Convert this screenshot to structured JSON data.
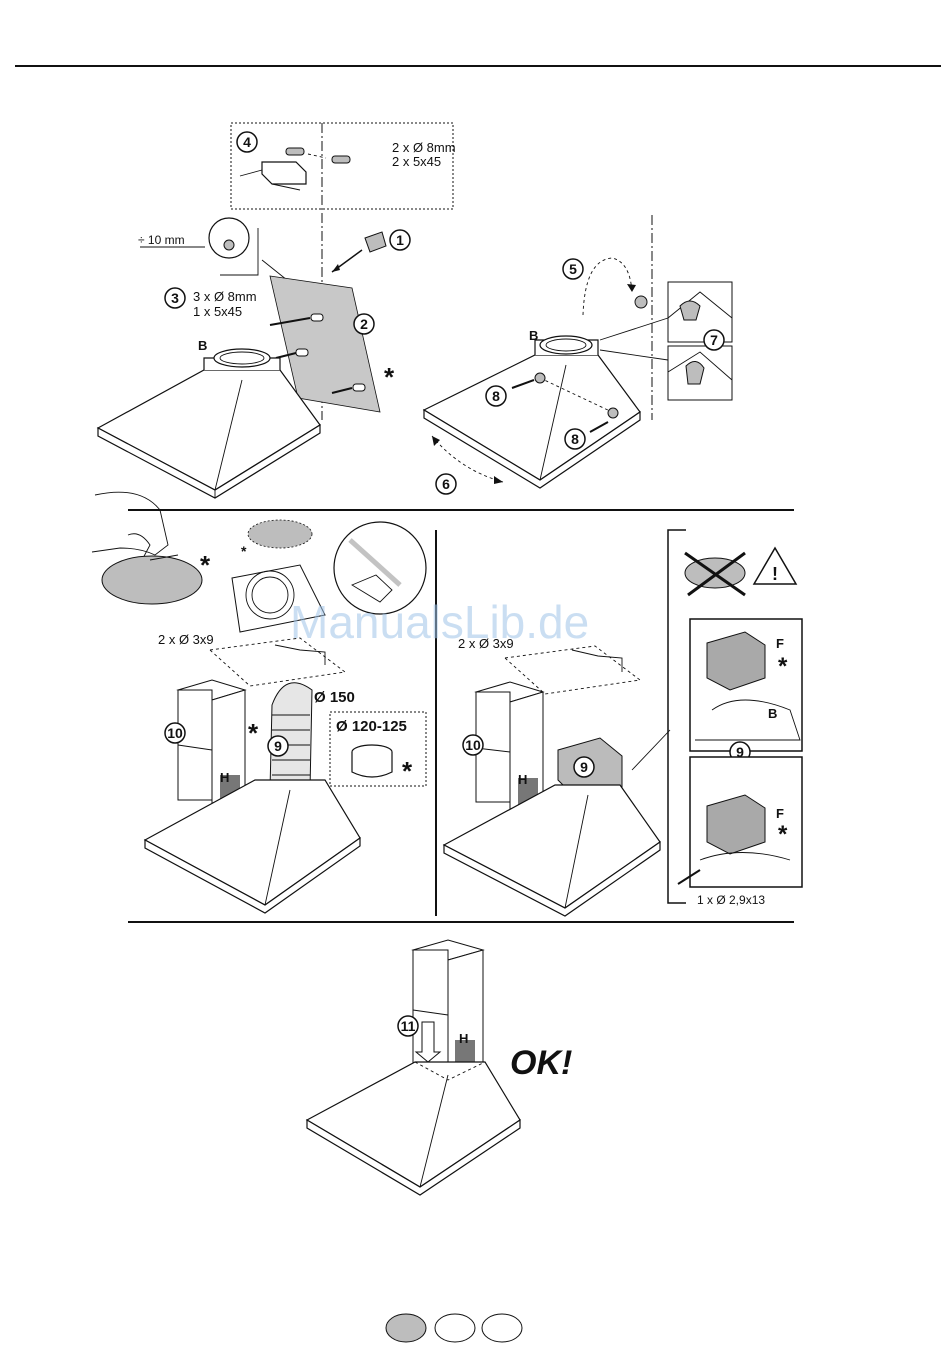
{
  "watermark": "ManualsLib.de",
  "step1": {
    "badge_1": "1",
    "badge_2": "2",
    "badge_3": "3",
    "badge_4": "4",
    "spec_4_line1": "2 x Ø 8mm",
    "spec_4_line2": "2 x 5x45",
    "spec_3_line1": "3 x Ø 8mm",
    "spec_3_line2": "1 x 5x45",
    "dim_10mm": "÷ 10 mm",
    "label_b": "B",
    "star": "*"
  },
  "step2": {
    "badge_5": "5",
    "badge_6": "6",
    "badge_7": "7",
    "badge_8a": "8",
    "badge_8b": "8",
    "label_b": "B"
  },
  "step3": {
    "star_hand": "*",
    "star_filter": "*",
    "screws": "2 x Ø 3x9",
    "badge_9": "9",
    "badge_10": "10",
    "dia_150": "Ø 150",
    "dia_120_125": "Ø 120-125",
    "label_h": "H",
    "star_chimney": "*",
    "star_adapter": "*"
  },
  "step4": {
    "screws": "2 x Ø 3x9",
    "badge_9": "9",
    "badge_10": "10",
    "label_h": "H"
  },
  "detail": {
    "label_f1": "F",
    "star_f1": "*",
    "label_b": "B",
    "badge_9": "9",
    "label_f2": "F",
    "star_f2": "*",
    "screw_spec": "1 x Ø 2,9x13"
  },
  "step5": {
    "badge_11": "11",
    "label_h": "H",
    "ok": "OK!"
  },
  "language_indicators": [
    "",
    "",
    ""
  ]
}
